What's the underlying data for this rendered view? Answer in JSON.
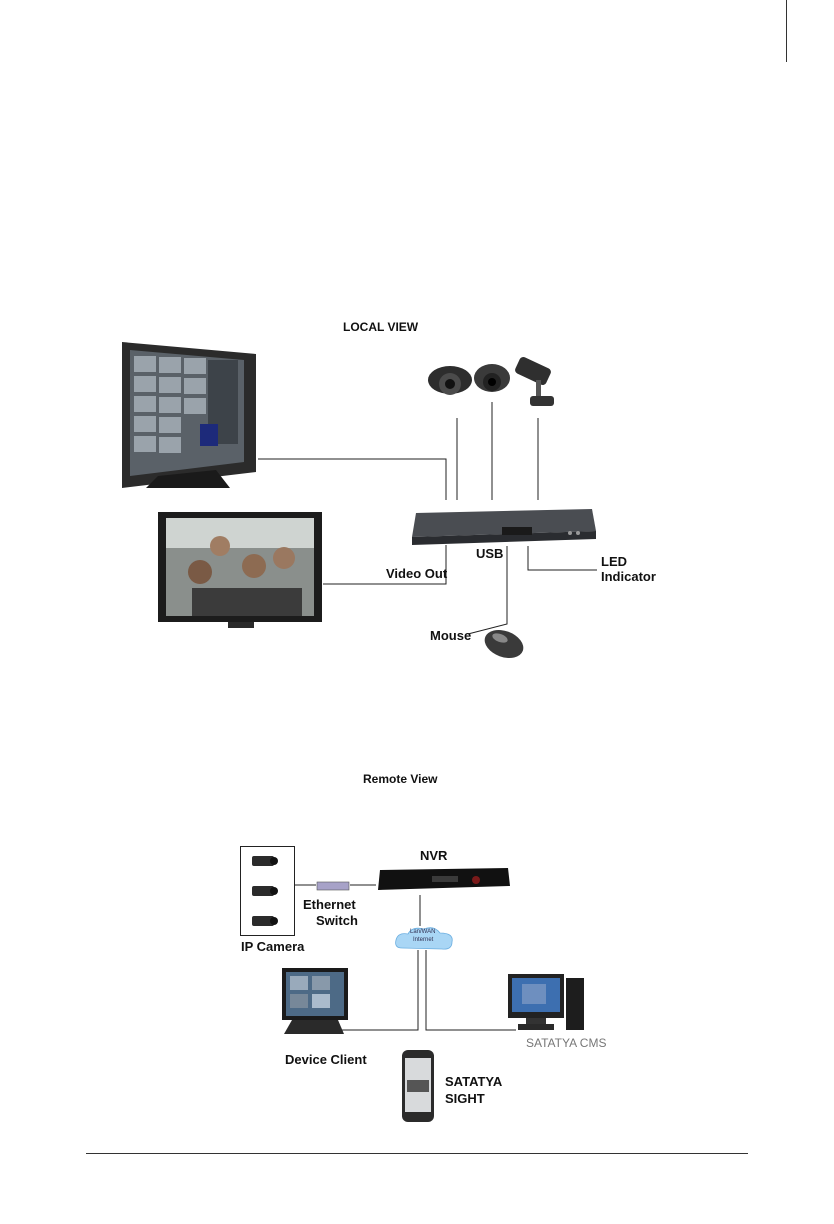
{
  "local_view": {
    "title": "LOCAL VIEW",
    "labels": {
      "usb": "USB",
      "video_out": "Video Out",
      "led_line1": "LED",
      "led_line2": "Indicator",
      "mouse": "Mouse"
    }
  },
  "remote_view": {
    "title": "Remote View",
    "labels": {
      "nvr": "NVR",
      "ethernet_line1": "Ethernet",
      "ethernet_line2": "Switch",
      "ip_camera": "IP Camera",
      "cloud_line1": "Lan/WAN",
      "cloud_line2": "Internet",
      "device_client": "Device Client",
      "cms": "SATATYA CMS",
      "sight_line1": "SATATYA",
      "sight_line2": "SIGHT"
    }
  }
}
